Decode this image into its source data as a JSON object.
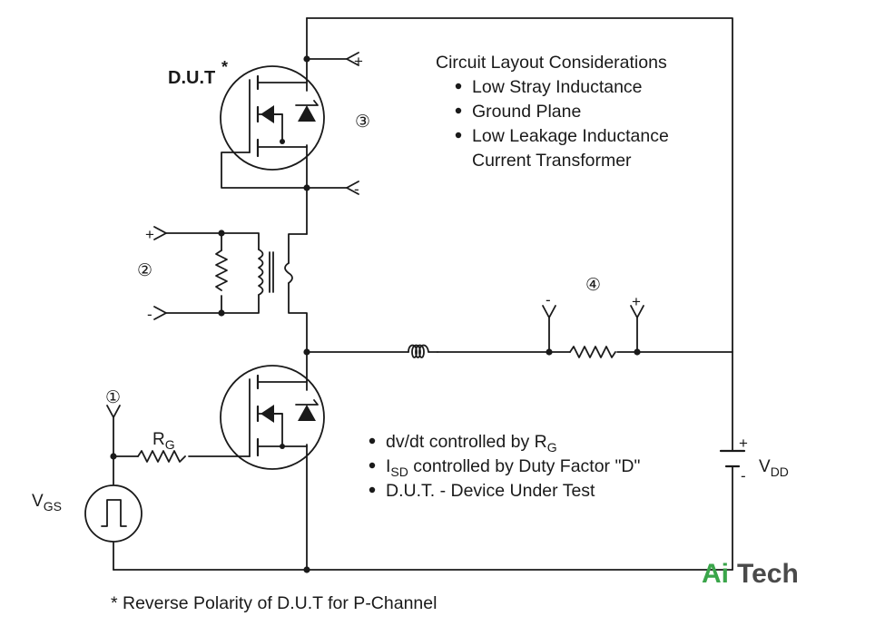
{
  "dut_label": "D.U.T",
  "dut_asterisk": "*",
  "marker_1": "①",
  "marker_2": "②",
  "marker_3": "③",
  "marker_4": "④",
  "plus": "+",
  "minus": "-",
  "considerations": {
    "title": "Circuit Layout Considerations",
    "items": [
      "Low Stray Inductance",
      "Ground Plane",
      "Low Leakage Inductance"
    ],
    "item3_cont": "Current Transformer"
  },
  "notes": {
    "n1_pre": "dv/dt controlled by R",
    "n1_sub": "G",
    "n2_pre": "I",
    "n2_sub": "SD",
    "n2_post": " controlled by Duty Factor \"D\"",
    "n3": "D.U.T. - Device Under Test"
  },
  "rg": {
    "main": "R",
    "sub": "G"
  },
  "vgs": {
    "main": "V",
    "sub": "GS"
  },
  "vdd": {
    "main": "V",
    "sub": "DD"
  },
  "footnote": "*  Reverse Polarity of D.U.T for P-Channel",
  "logo": {
    "a": "Ai",
    "b": "Tech"
  },
  "colors": {
    "wire": "#1a1a1a",
    "logo_green": "#3aa54a",
    "logo_gray": "#4a4a4a"
  }
}
